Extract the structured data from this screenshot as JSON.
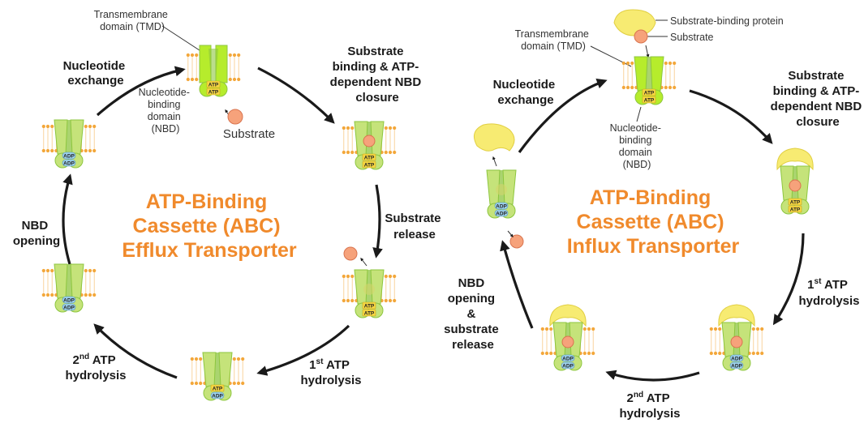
{
  "colors": {
    "accent_orange": "#f08a2c",
    "transporter_light": "#c5e37a",
    "transporter_dark": "#8dc63f",
    "transporter_bright": "#b6ec2c",
    "membrane": "#f3a73a",
    "substrate": "#f6a27b",
    "binding_protein": "#f7eb72",
    "adp_tag": "#9fd3ee",
    "atp_tag": "#f6d743",
    "arrow": "#1a1a1a"
  },
  "efflux": {
    "title_lines": [
      "ATP-Binding",
      "Cassette (ABC)",
      "Efflux Transporter"
    ],
    "labels": {
      "tmd_line1": "Transmembrane",
      "tmd_line2": "domain (TMD)",
      "nbd_line1": "Nucleotide-",
      "nbd_line2": "binding",
      "nbd_line3": "domain",
      "nbd_line4": "(NBD)",
      "substrate": "Substrate"
    },
    "steps": {
      "nucleotide_exchange": [
        "Nucleotide",
        "exchange"
      ],
      "substrate_binding": [
        "Substrate",
        "binding & ATP-",
        "dependent NBD",
        "closure"
      ],
      "substrate_release": [
        "Substrate",
        "release"
      ],
      "first_atp_sup": "st",
      "first_atp_main": " ATP",
      "first_atp_line2": "hydrolysis",
      "second_atp_sup": "nd",
      "second_atp_main": " ATP",
      "second_atp_line2": "hydrolysis",
      "nbd_opening": [
        "NBD",
        "opening"
      ]
    }
  },
  "influx": {
    "title_lines": [
      "ATP-Binding",
      "Cassette (ABC)",
      "Influx Transporter"
    ],
    "labels": {
      "sbp": "Substrate-binding protein",
      "substrate": "Substrate",
      "tmd_line1": "Transmembrane",
      "tmd_line2": "domain (TMD)",
      "nbd_line1": "Nucleotide-",
      "nbd_line2": "binding",
      "nbd_line3": "domain",
      "nbd_line4": "(NBD)"
    },
    "steps": {
      "nucleotide_exchange": [
        "Nucleotide",
        "exchange"
      ],
      "substrate_binding": [
        "Substrate",
        "binding & ATP-",
        "dependent NBD",
        "closure"
      ],
      "first_atp_sup": "st",
      "first_atp_main": " ATP",
      "first_atp_line2": "hydrolysis",
      "second_atp_sup": "nd",
      "second_atp_main": " ATP",
      "second_atp_line2": "hydrolysis",
      "nbd_opening": [
        "NBD",
        "opening",
        "&",
        "substrate",
        "release"
      ]
    }
  },
  "tags": {
    "atp": "ATP",
    "adp": "ADP"
  },
  "ordinals": {
    "first": "1",
    "second": "2"
  }
}
